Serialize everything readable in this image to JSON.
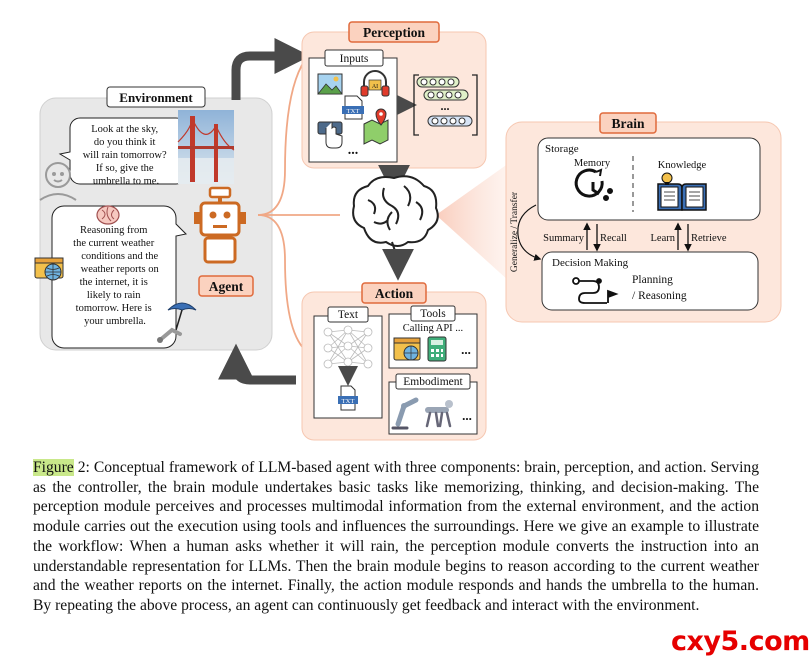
{
  "diagram": {
    "perception": {
      "title": "Perception",
      "inputs_label": "Inputs",
      "ellipsis": "...",
      "txt_label": "TXT",
      "ai_label": "AI"
    },
    "environment": {
      "title": "Environment",
      "human_bubble": [
        "Look at the sky,",
        "do you think it",
        "will rain tomorrow?",
        "If so, give the",
        "umbrella to me."
      ],
      "agent_bubble": [
        "Reasoning from",
        "the current weather",
        "conditions and the",
        "weather reports on",
        "the internet, it is",
        "likely to rain",
        "tomorrow. Here is",
        "your umbrella."
      ]
    },
    "agent": {
      "label": "Agent"
    },
    "brain": {
      "title": "Brain",
      "storage": "Storage",
      "memory": "Memory",
      "knowledge": "Knowledge",
      "summary": "Summary",
      "recall": "Recall",
      "learn": "Learn",
      "retrieve": "Retrieve",
      "generalize": "Generalize / Transfer",
      "decision": "Decision Making",
      "planning": "Planning",
      "reasoning": "/ Reasoning"
    },
    "action": {
      "title": "Action",
      "text": "Text",
      "tools": "Tools",
      "calling": "Calling API ...",
      "embodiment": "Embodiment",
      "ellipsis": "...",
      "txt_label": "TXT"
    }
  },
  "caption": {
    "figure_word": "Figure",
    "rest": " 2: Conceptual framework of LLM-based agent with three components: brain, perception, and action. Serving as the controller, the brain module undertakes basic tasks like memorizing, thinking, and decision-making. The perception module perceives and processes multimodal information from the external environment, and the action module carries out the execution using tools and influences the surroundings. Here we give an example to illustrate the workflow: When a human asks whether it will rain, the perception module converts the instruction into an understandable representation for LLMs. Then the brain module begins to reason according to the current weather and the weather reports on the internet. Finally, the action module responds and hands the umbrella to the human. By repeating the above process, an agent can continuously get feedback and interact with the environment."
  },
  "watermark": "cxy5.com",
  "colors": {
    "panel_fill": "#fde7dc",
    "panel_stroke": "#f0a886",
    "title_fill": "#fbd2bf",
    "title_stroke": "#e06a3c",
    "env_fill": "#e8e8e8",
    "agent_orange": "#cc6a23",
    "arrow_gray": "#4a4a4a",
    "highlight": "#c9e88a",
    "watermark_red": "#e60000"
  }
}
